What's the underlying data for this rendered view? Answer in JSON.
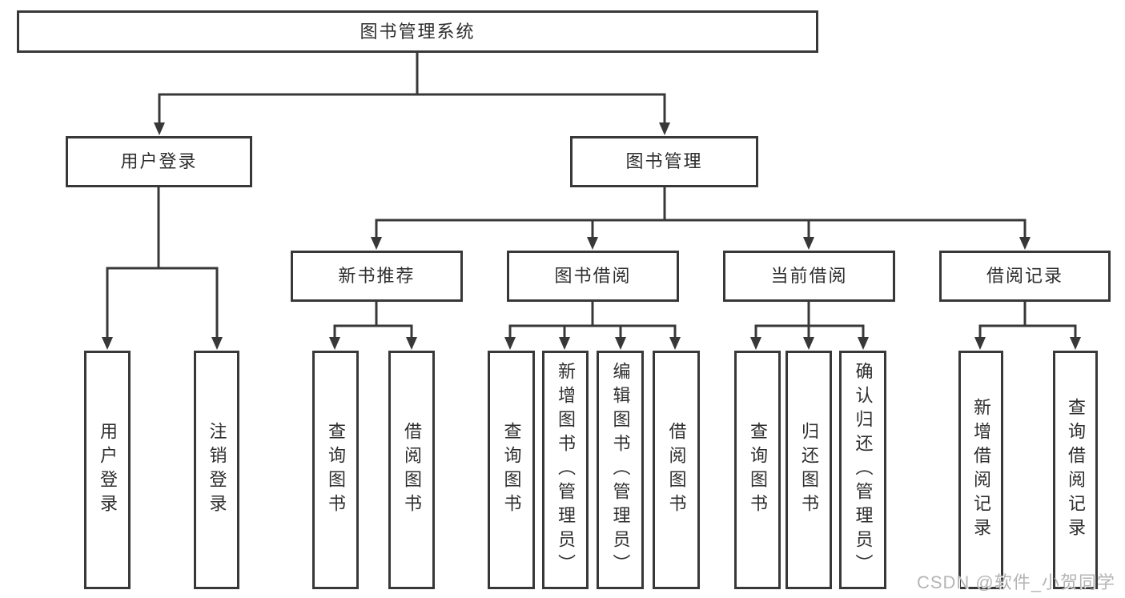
{
  "diagram": {
    "root": {
      "label": "图书管理系统"
    },
    "level2": [
      {
        "label": "用户登录",
        "children": [
          {
            "label": "用户登录"
          },
          {
            "label": "注销登录"
          }
        ]
      },
      {
        "label": "图书管理",
        "children": [
          {
            "label": "新书推荐",
            "children": [
              {
                "label": "查询图书"
              },
              {
                "label": "借阅图书"
              }
            ]
          },
          {
            "label": "图书借阅",
            "children": [
              {
                "label": "查询图书"
              },
              {
                "label": "新增图书（管理员）"
              },
              {
                "label": "编辑图书（管理员）"
              },
              {
                "label": "借阅图书"
              }
            ]
          },
          {
            "label": "当前借阅",
            "children": [
              {
                "label": "查询图书"
              },
              {
                "label": "归还图书"
              },
              {
                "label": "确认归还（管理员）"
              }
            ]
          },
          {
            "label": "借阅记录",
            "children": [
              {
                "label": "新增借阅记录"
              },
              {
                "label": "查询借阅记录"
              }
            ]
          }
        ]
      }
    ]
  },
  "watermark": {
    "text": "CSDN @软件_小贺同学"
  },
  "colors": {
    "line": "#383838",
    "text": "#2e2e2e",
    "watermark": "#b5b5b5",
    "background": "#ffffff"
  }
}
